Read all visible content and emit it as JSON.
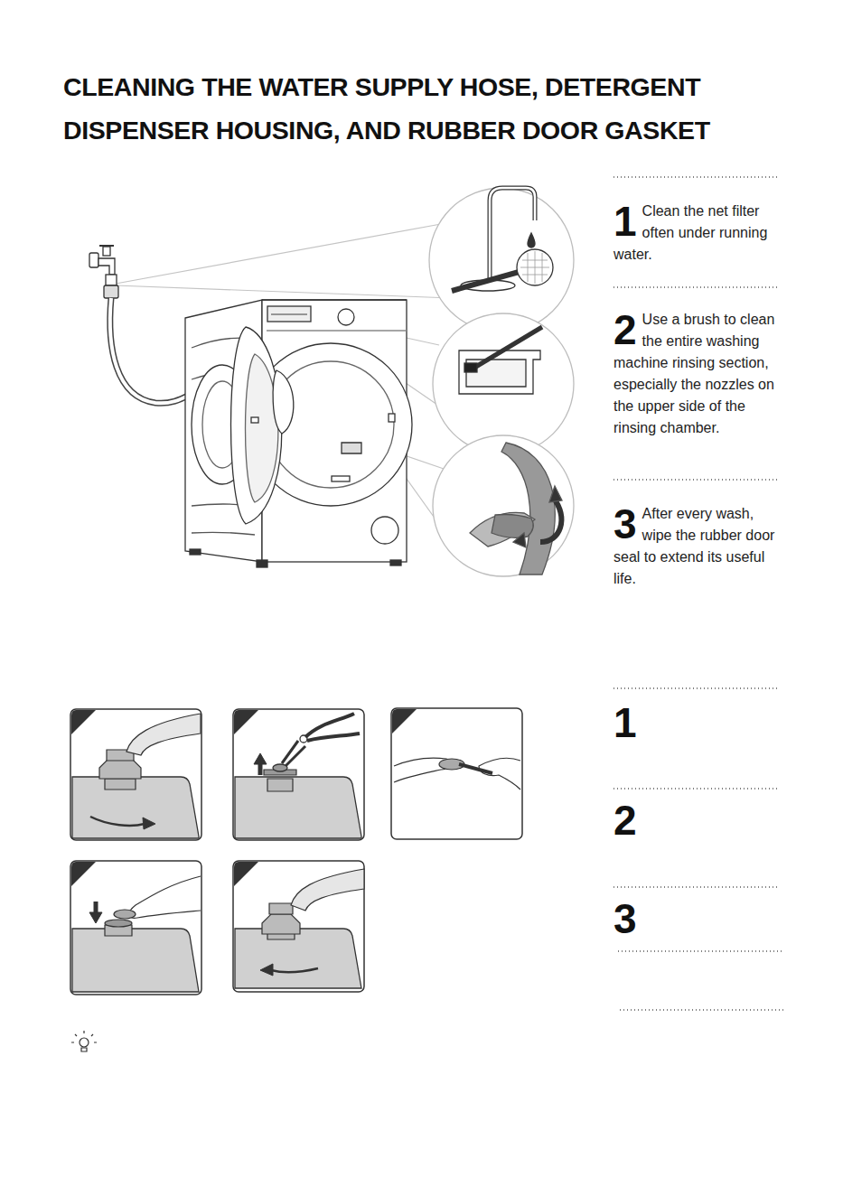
{
  "diagram": {
    "title": "CLEANING THE WATER SUPPLY HOSE, DETERGENT DISPENSER HOUSING, AND RUBBER DOOR GASKET",
    "labels": [
      "1",
      "Clean the net filter often under running water.",
      "2",
      "Use a brush to clean the entire washing machine rinsing section, especially the nozzles on the upper side of the rinsing chamber.",
      "3",
      "After every wash, wipe the rubber door seal to extend its useful life.",
      "1",
      "2",
      "3"
    ]
  }
}
